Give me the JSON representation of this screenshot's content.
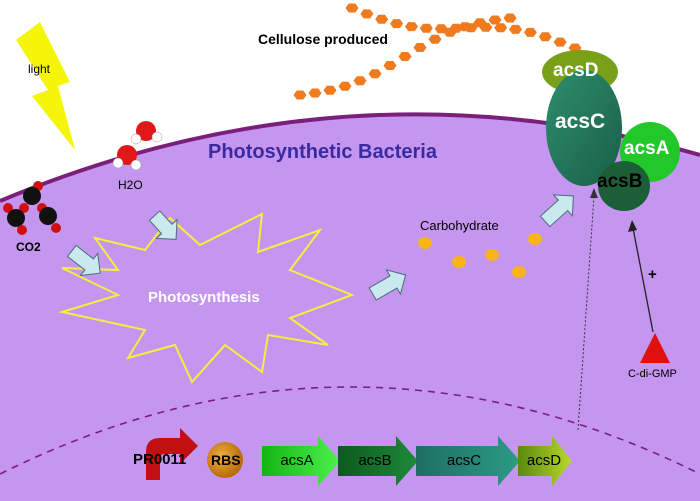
{
  "labels": {
    "light": "light",
    "cellulose": "Cellulose produced",
    "bacteria": "Photosynthetic Bacteria",
    "h2o": "H2O",
    "co2": "CO2",
    "photosynthesis": "Photosynthesis",
    "carbohydrate": "Carbohydrate",
    "plus": "+",
    "cdigmp": "C-di-GMP"
  },
  "complex": {
    "acsD": "acsD",
    "acsC": "acsC",
    "acsA": "acsA",
    "acsB": "acsB"
  },
  "operon": {
    "promoter": "PR0011",
    "rbs": "RBS",
    "genes": [
      "acsA",
      "acsB",
      "acsC",
      "acsD"
    ]
  },
  "colors": {
    "cytoplasm": "#c596f0",
    "membrane": "#7a1f7a",
    "title": "#3a2aa0",
    "light": "#f5f50a",
    "cellulose": "#f07a1e",
    "carbohydrate": "#f7b51a",
    "arrow_fill": "#c9e9ef",
    "acsA": "#22c82a",
    "acsB": "#1c5e38",
    "acsC": "#237a5c",
    "acsD": "#7aa01a",
    "cdigmp": "#e01010",
    "rbs": "#d98a10",
    "promoter": "#c01010"
  }
}
